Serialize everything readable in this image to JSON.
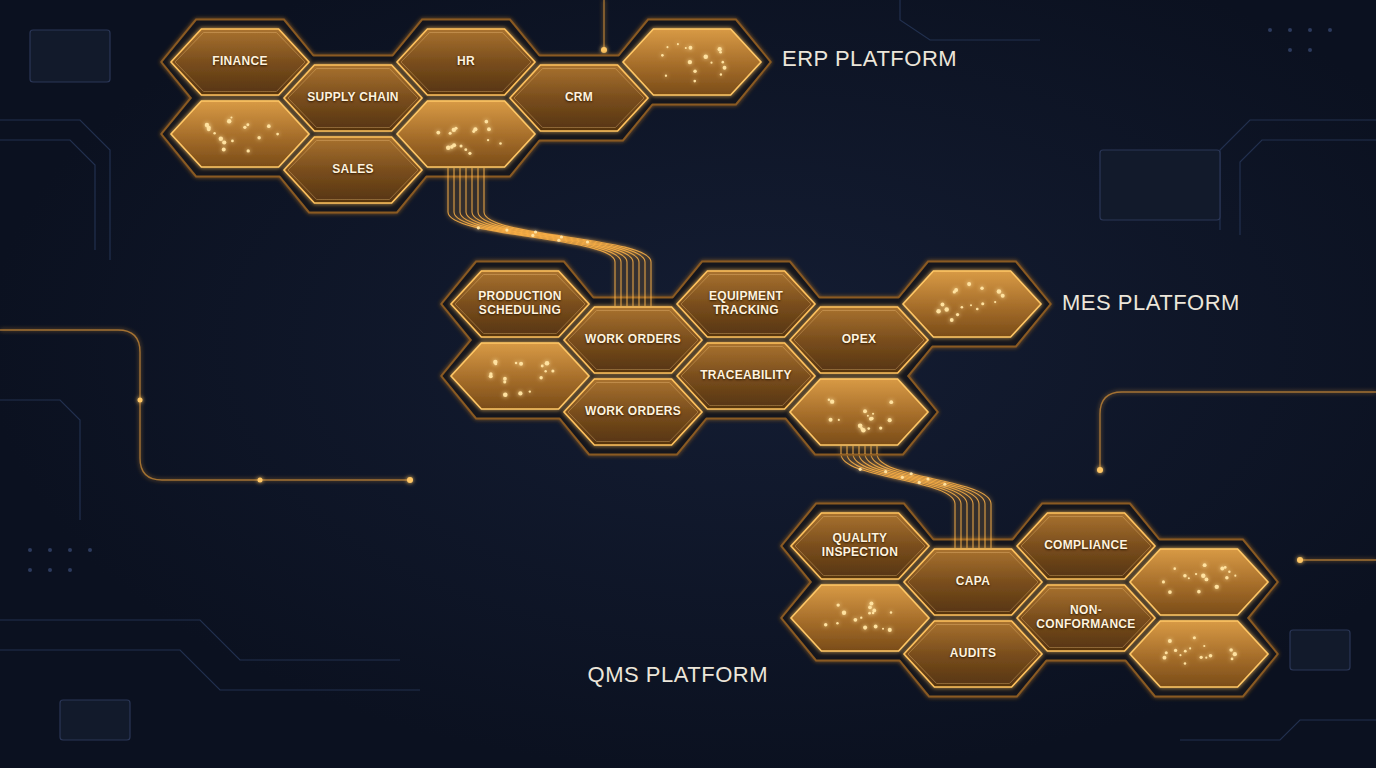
{
  "diagram": {
    "nodes": [
      {
        "text": [
          "ERP PLATFORM"
        ]
      },
      {
        "text": [
          "FINANCE"
        ],
        "in": 0
      },
      {
        "text": [
          "SUPPLY CHAIN"
        ],
        "in": 0
      },
      {
        "text": [
          "HR"
        ],
        "in": 0
      },
      {
        "text": [
          "CRM"
        ],
        "in": 0
      },
      {
        "text": [
          "SALES"
        ],
        "in": 0
      },
      {
        "text": [
          "MES PLATFORM"
        ]
      },
      {
        "text": [
          "WORK ORDERS"
        ],
        "in": 6
      },
      {
        "text": [
          "EQUIPMENT TRACKING"
        ],
        "in": 6
      },
      {
        "text": [
          "PRODUCTION SCHEDULING"
        ],
        "in": 6
      },
      {
        "text": [
          "TRACEABILITY"
        ],
        "in": 6
      },
      {
        "text": [
          "OPEX"
        ],
        "in": 6
      },
      {
        "text": [
          "WORK ORDERS"
        ],
        "in": 6
      },
      {
        "text": [
          "QMS PLATFORM"
        ]
      },
      {
        "text": [
          "COMPLIANCE"
        ],
        "in": 13
      },
      {
        "text": [
          "QUALITY INSPECTION"
        ],
        "in": 13
      },
      {
        "text": [
          "CAPA"
        ],
        "in": 13
      },
      {
        "text": [
          "NON-CONFORMANCE"
        ],
        "in": 13
      },
      {
        "text": [
          "AUDITS"
        ],
        "in": 13
      }
    ],
    "edges": [
      {
        "from": 0,
        "to": 6,
        "arrow": "none"
      },
      {
        "from": 6,
        "to": 13,
        "arrow": "none"
      }
    ]
  }
}
